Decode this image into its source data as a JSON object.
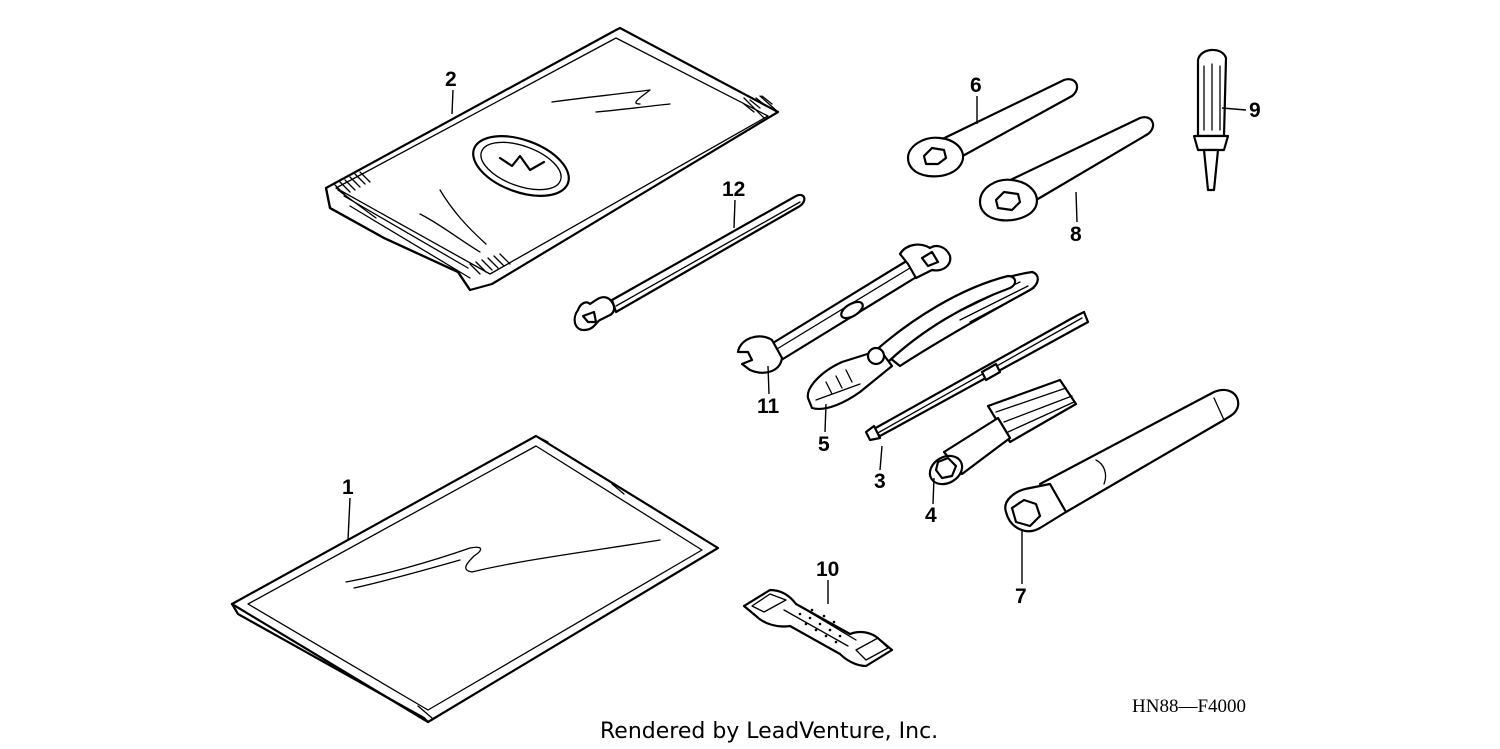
{
  "diagram": {
    "diagram_code": "HN88—F4000",
    "credit": "Rendered by LeadVenture, Inc.",
    "callouts": [
      {
        "id": "1",
        "label": "1",
        "part": "manual-envelope"
      },
      {
        "id": "2",
        "label": "2",
        "part": "tool-bag"
      },
      {
        "id": "3",
        "label": "3",
        "part": "screwdriver"
      },
      {
        "id": "4",
        "label": "4",
        "part": "box-wrench"
      },
      {
        "id": "5",
        "label": "5",
        "part": "pliers"
      },
      {
        "id": "6",
        "label": "6",
        "part": "ring-wrench-small"
      },
      {
        "id": "7",
        "label": "7",
        "part": "spark-plug-wrench"
      },
      {
        "id": "8",
        "label": "8",
        "part": "ring-wrench-large"
      },
      {
        "id": "9",
        "label": "9",
        "part": "screwdriver-grip"
      },
      {
        "id": "10",
        "label": "10",
        "part": "tool-strap"
      },
      {
        "id": "11",
        "label": "11",
        "part": "open-end-wrench"
      },
      {
        "id": "12",
        "label": "12",
        "part": "spoke-wrench"
      }
    ]
  }
}
